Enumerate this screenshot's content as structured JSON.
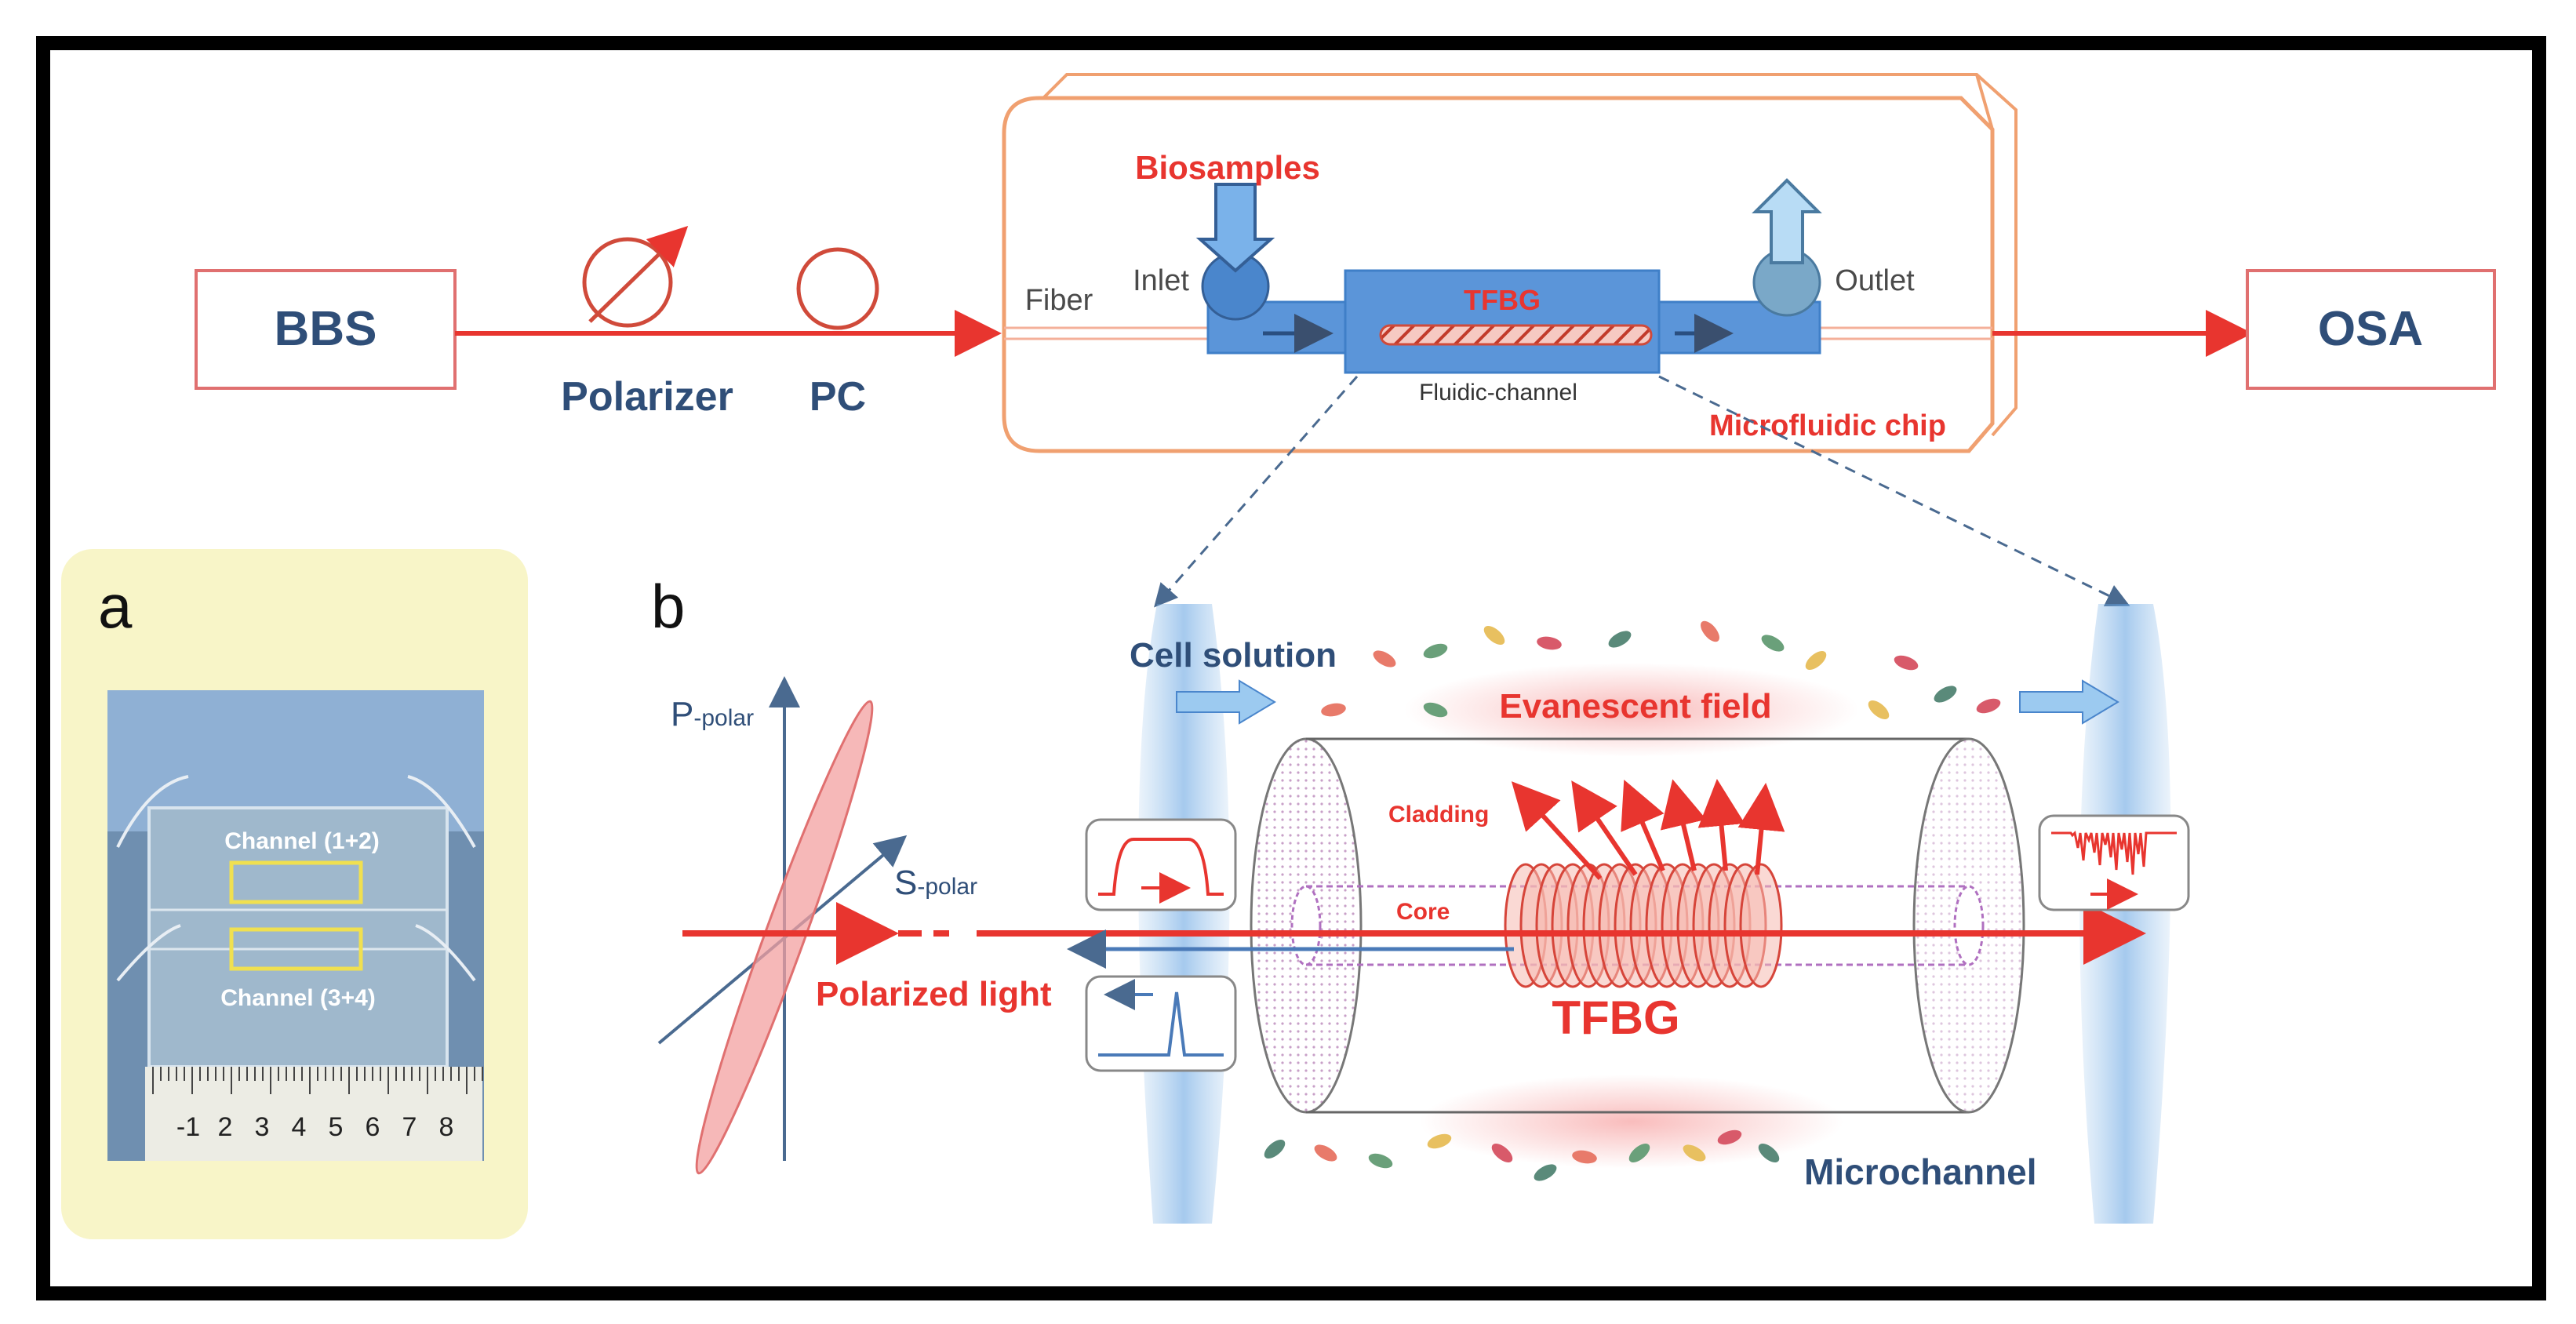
{
  "setup": {
    "bbs_label": "BBS",
    "polarizer_label": "Polarizer",
    "pc_label": "PC",
    "osa_label": "OSA",
    "biosamples_label": "Biosamples",
    "inlet_label": "Inlet",
    "outlet_label": "Outlet",
    "fiber_label": "Fiber",
    "tfbg_label": "TFBG",
    "fluidic_channel_label": "Fluidic-channel",
    "microfluidic_chip_label": "Microfluidic chip"
  },
  "panel_a": {
    "letter": "a",
    "channel_top_label": "Channel (1+2)",
    "channel_bottom_label": "Channel (3+4)",
    "ruler_numbers": [
      "-1",
      "2",
      "3",
      "4",
      "5",
      "6",
      "7",
      "8"
    ]
  },
  "panel_b": {
    "letter": "b",
    "p_polar_main": "P",
    "p_polar_sub": "-polar",
    "s_polar_main": "S",
    "s_polar_sub": "-polar",
    "polarized_light_label": "Polarized light",
    "cell_solution_label": "Cell solution",
    "evanescent_label": "Evanescent field",
    "cladding_label": "Cladding",
    "core_label": "Core",
    "tfbg_label": "TFBG",
    "microchannel_label": "Microchannel"
  },
  "colors": {
    "red": "#e8352f",
    "blue_text": "#2f4e78",
    "chip_outline": "#f0a070",
    "panel_a_bg": "#f8f5c8",
    "channel_blue": "#4a90d6"
  }
}
